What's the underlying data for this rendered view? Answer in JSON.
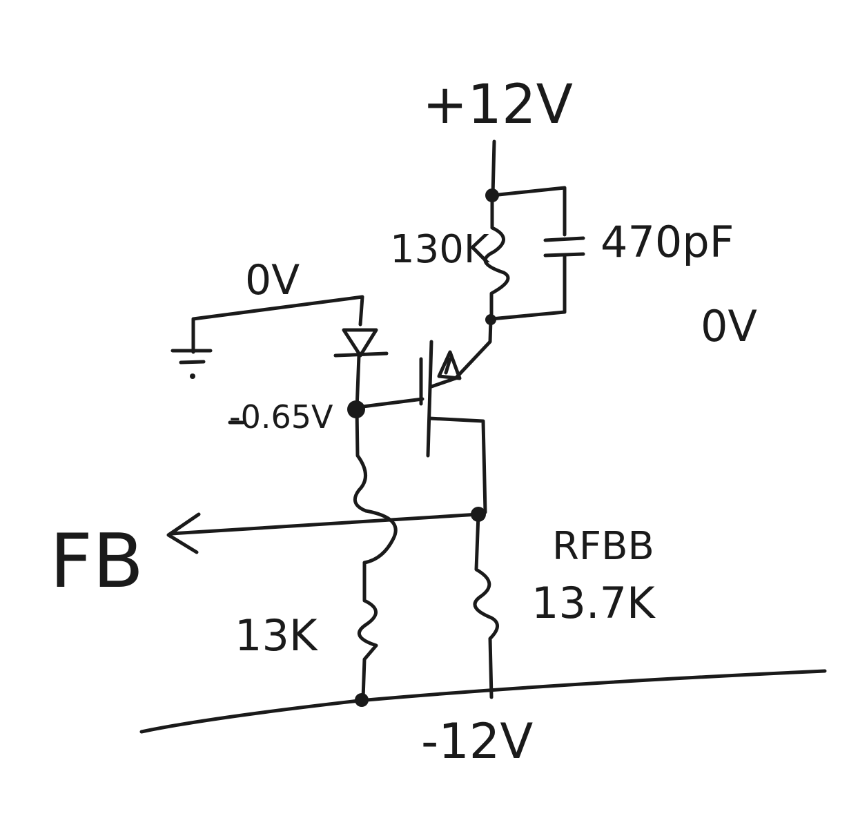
{
  "diagram": {
    "supply_positive": "+12V",
    "supply_negative": "-12V",
    "resistor_top": "130K",
    "capacitor": "470pF",
    "ground_label": "0V",
    "emitter_node_label": "0V",
    "base_voltage": "-0.65V",
    "feedback_label": "FB",
    "resistor_left_bottom": "13K",
    "resistor_right_name": "RFBB",
    "resistor_right_value": "13.7K"
  }
}
